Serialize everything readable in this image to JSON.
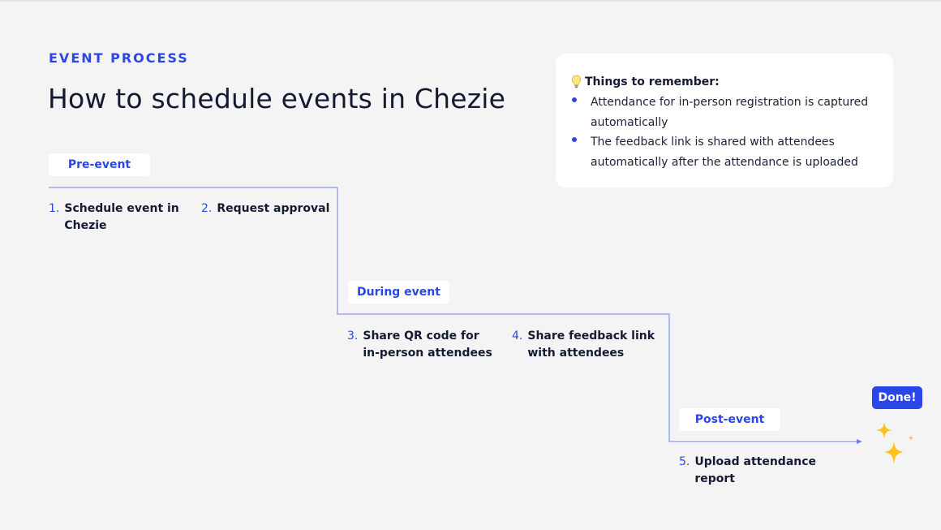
{
  "header": {
    "kicker": "EVENT PROCESS",
    "title": "How to schedule events in Chezie"
  },
  "tips": {
    "title": "Things to remember:",
    "icon": "lightbulb-icon",
    "items": [
      "Attendance for in-person registration is captured automatically",
      "The feedback link is shared with attendees automatically after the attendance is uploaded"
    ]
  },
  "phases": [
    {
      "label": "Pre-event"
    },
    {
      "label": "During event"
    },
    {
      "label": "Post-event"
    }
  ],
  "steps": [
    {
      "num": "1.",
      "text": "Schedule event in Chezie"
    },
    {
      "num": "2.",
      "text": "Request approval"
    },
    {
      "num": "3.",
      "text": "Share QR code for in-person attendees"
    },
    {
      "num": "4.",
      "text": "Share feedback link with attendees"
    },
    {
      "num": "5.",
      "text": "Upload attendance report"
    }
  ],
  "done_label": "Done!",
  "colors": {
    "accent": "#2b46e6",
    "line": "#9aa7f0",
    "sparkle": "#ffc21a",
    "background": "#f4f4f4"
  },
  "icons": {
    "sparkles": "sparkles-icon"
  }
}
